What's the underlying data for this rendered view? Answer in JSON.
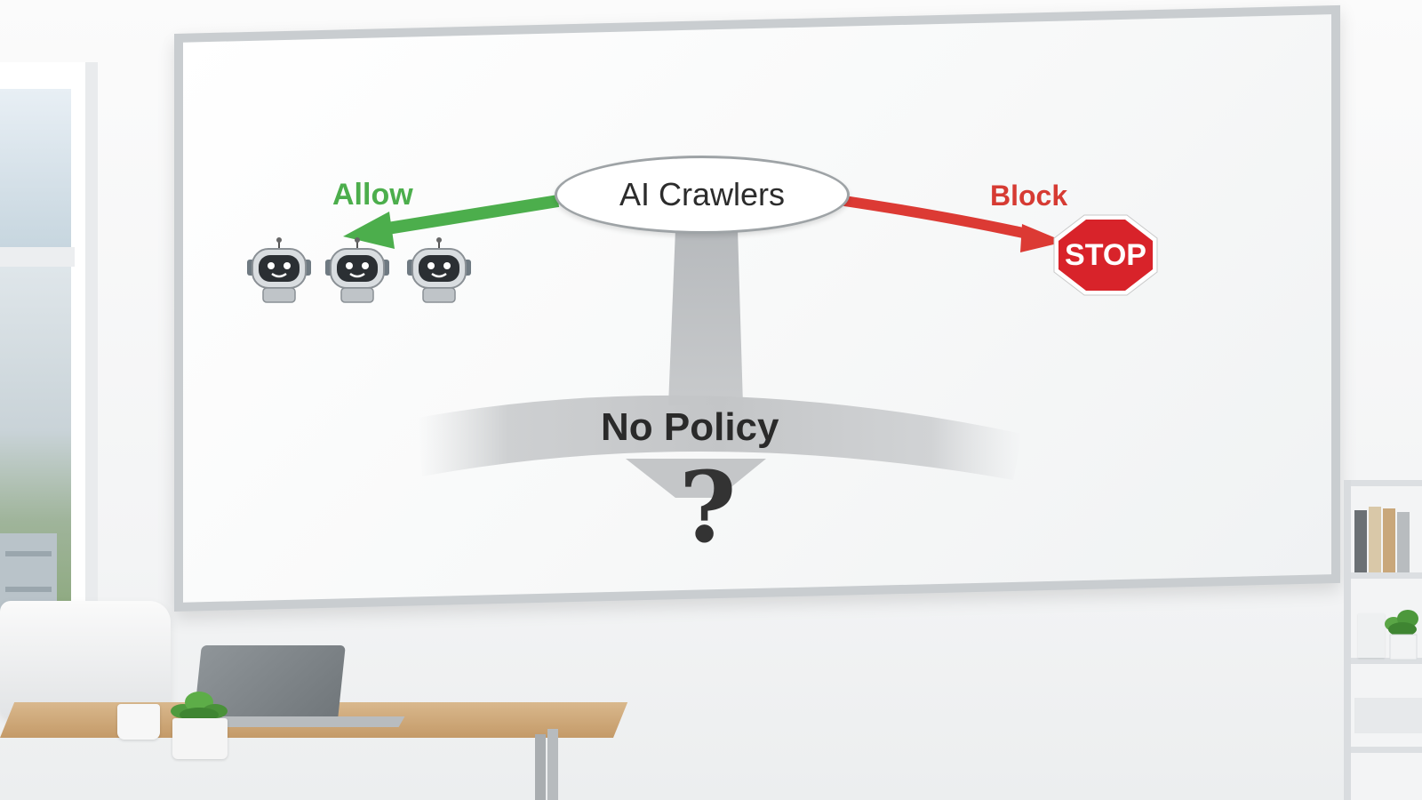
{
  "diagram": {
    "center_node": "AI Crawlers",
    "left_branch": {
      "label": "Allow",
      "color": "#4cae4c"
    },
    "right_branch": {
      "label": "Block",
      "color": "#d63b33"
    },
    "stop_sign_text": "STOP",
    "bottom_branch": {
      "label": "No Policy",
      "symbol": "?"
    }
  },
  "icons": [
    "robot-icon",
    "robot-icon",
    "robot-icon",
    "stop-sign-icon"
  ]
}
